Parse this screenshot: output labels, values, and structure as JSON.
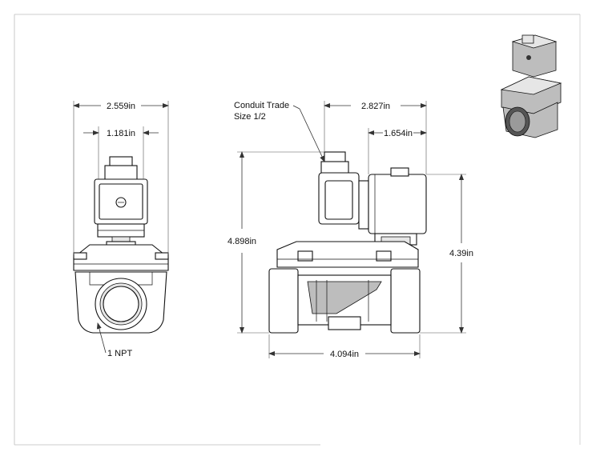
{
  "dimensions": {
    "front_overall_width": "2.559in",
    "front_coil_width": "1.181in",
    "side_overall_width": "2.827in",
    "side_coil_width": "1.654in",
    "side_overall_height": "4.898in",
    "side_coil_height": "4.39in",
    "side_body_length": "4.094in"
  },
  "callouts": {
    "conduit_line1": "Conduit Trade",
    "conduit_line2": "Size 1/2",
    "port_size": "1 NPT"
  }
}
